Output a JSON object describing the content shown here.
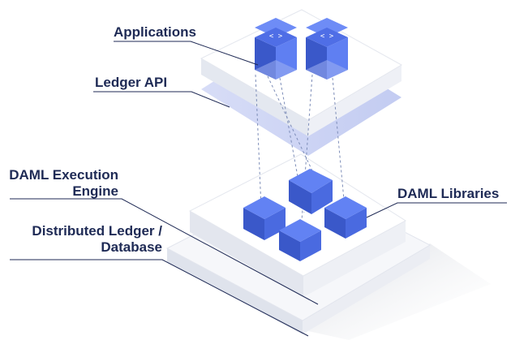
{
  "colors": {
    "label_text": "#1e2a55",
    "leader_line": "#1f2a55",
    "platform_top": "#ffffff",
    "platform_edge": "#e4e7ee",
    "platform_side": "#dfe3ec",
    "api_layer": "#c8d0f3",
    "cube_top": "#5f7ff2",
    "cube_left": "#3a58c9",
    "cube_right": "#4a6ae0"
  },
  "icons": {
    "app_block": "code-brackets-icon",
    "library_block": "cube-icon"
  },
  "labels": {
    "applications": "Applications",
    "ledger_api": "Ledger API",
    "daml_execution_line1": "DAML Execution",
    "daml_execution_line2": "Engine",
    "daml_libraries": "DAML Libraries",
    "distributed_ledger_line1": "Distributed Ledger /",
    "distributed_ledger_line2": "Database"
  },
  "app_icon_glyph": "< >"
}
